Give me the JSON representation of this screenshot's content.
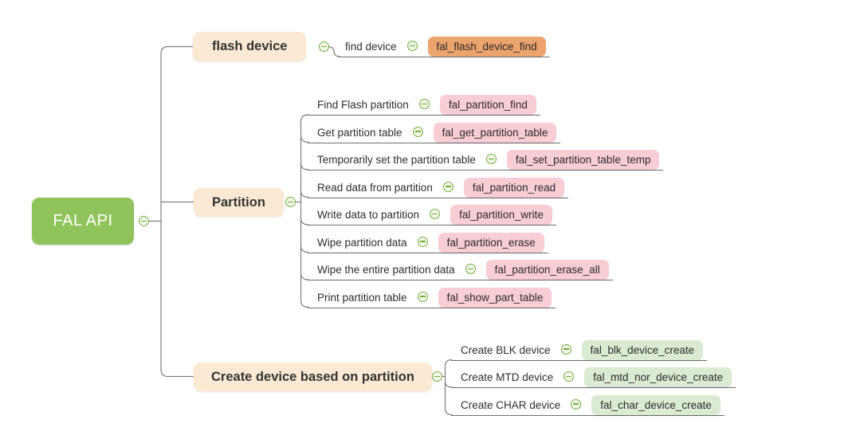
{
  "root": {
    "label": "FAL API"
  },
  "branches": [
    {
      "label": "flash device",
      "children": [
        {
          "label": "find device",
          "code": "fal_flash_device_find"
        }
      ]
    },
    {
      "label": "Partition",
      "children": [
        {
          "label": "Find Flash partition",
          "code": "fal_partition_find"
        },
        {
          "label": "Get partition table",
          "code": "fal_get_partition_table"
        },
        {
          "label": "Temporarily set the partition table",
          "code": "fal_set_partition_table_temp"
        },
        {
          "label": "Read data from partition",
          "code": "fal_partition_read"
        },
        {
          "label": "Write data to partition",
          "code": "fal_partition_write"
        },
        {
          "label": "Wipe partition data",
          "code": "fal_partition_erase"
        },
        {
          "label": "Wipe the entire partition data",
          "code": "fal_partition_erase_all"
        },
        {
          "label": "Print partition table",
          "code": "fal_show_part_table"
        }
      ]
    },
    {
      "label": "Create device based on partition",
      "children": [
        {
          "label": "Create BLK device",
          "code": "fal_blk_device_create"
        },
        {
          "label": "Create MTD device",
          "code": "fal_mtd_nor_device_create"
        },
        {
          "label": "Create CHAR device",
          "code": "fal_char_device_create"
        }
      ]
    }
  ],
  "icons": {
    "collapse": "minus-circle"
  },
  "colors": {
    "root_bg": "#91C35C",
    "root_text": "#FFFFFF",
    "branch_bg": "#FBE9D3",
    "branch_text": "#333333",
    "code_orange": "#ECA46F",
    "code_pink": "#F8CDD3",
    "code_green": "#DBEBD3",
    "connector": "#7F7F7F",
    "toggle_green": "#74AD3D"
  }
}
